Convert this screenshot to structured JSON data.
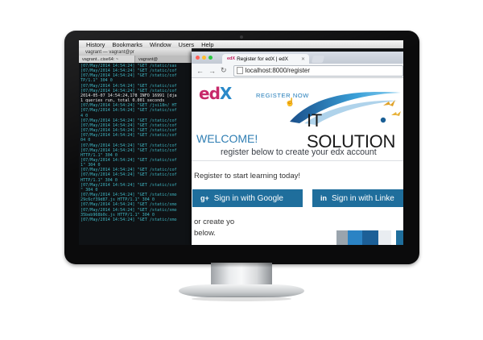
{
  "menubar": {
    "items": [
      "History",
      "Bookmarks",
      "Window",
      "Users",
      "Help"
    ]
  },
  "terminal": {
    "title": "vagrant — vagrant@pr",
    "tabs": [
      "vagrant...cise64: ~",
      "vagrant@"
    ],
    "lines": [
      "[07/May/2014 14:54:24] \"GET /static/sas",
      "[07/May/2014 14:54:24] \"GET /static/cof",
      "[07/May/2014 14:54:24] \"GET /static/cof",
      "TP/1.1\" 304 0",
      "[07/May/2014 14:54:24] \"GET /static/cof",
      "[07/May/2014 14:54:24] \"GET /static/cof",
      "2014-05-07 14:54:24,178 INFO 16991 [dja",
      "1 queries run, total 0.001 seconds",
      "[07/May/2014 14:54:24] \"GET /jsi18n/ HT",
      "[07/May/2014 14:54:24] \"GET /static/cof",
      "4 0",
      "[07/May/2014 14:54:24] \"GET /static/cof",
      "[07/May/2014 14:54:24] \"GET /static/cof",
      "[07/May/2014 14:54:24] \"GET /static/cof",
      "[07/May/2014 14:54:24] \"GET /static/cof",
      "04 0",
      "[07/May/2014 14:54:24] \"GET /static/cof",
      "[07/May/2014 14:54:24] \"GET /static/cof",
      "HTTP/1.1\" 304 0",
      "[07/May/2014 14:54:24] \"GET /static/cof",
      "1\" 304 0",
      "[07/May/2014 14:54:24] \"GET /static/cof",
      "[07/May/2014 14:54:24] \"GET /static/cof",
      "HTTP/1.1\" 304 0",
      "[07/May/2014 14:54:24] \"GET /static/cof",
      "\" 304 0",
      "[07/May/2014 14:54:24] \"GET /static/xmo",
      "29c6cf39d87.js HTTP/1.1\" 304 0",
      "[07/May/2014 14:54:24] \"GET /static/xmo",
      "[07/May/2014 14:54:24] \"GET /static/xmo",
      "35beb968b0c.js HTTP/1.1\" 304 0",
      "[07/May/2014 14:54:24] \"GET /static/xmo"
    ]
  },
  "browser": {
    "tab_title": "Register for edX | edX",
    "tab_favicon": "edX",
    "url": "localhost:8000/register"
  },
  "page": {
    "logo_e": "e",
    "logo_d": "d",
    "logo_x": "X",
    "register_now": "REGISTER NOW",
    "overlay_title": "IT SOLUTION",
    "welcome": "WELCOME!",
    "subtitle": "register below to create your edx account",
    "register_prompt": "Register to start learning today!",
    "google_button": "Sign in with Google",
    "google_icon": "g+",
    "linkedin_button": "Sign in with Linke",
    "linkedin_icon": "in",
    "or_text": "or create yo below."
  },
  "colors": {
    "edx_pink": "#c7296a",
    "edx_blue": "#2a89c9",
    "button_blue": "#1f6e9c",
    "terminal_text": "#3fb6c3"
  }
}
